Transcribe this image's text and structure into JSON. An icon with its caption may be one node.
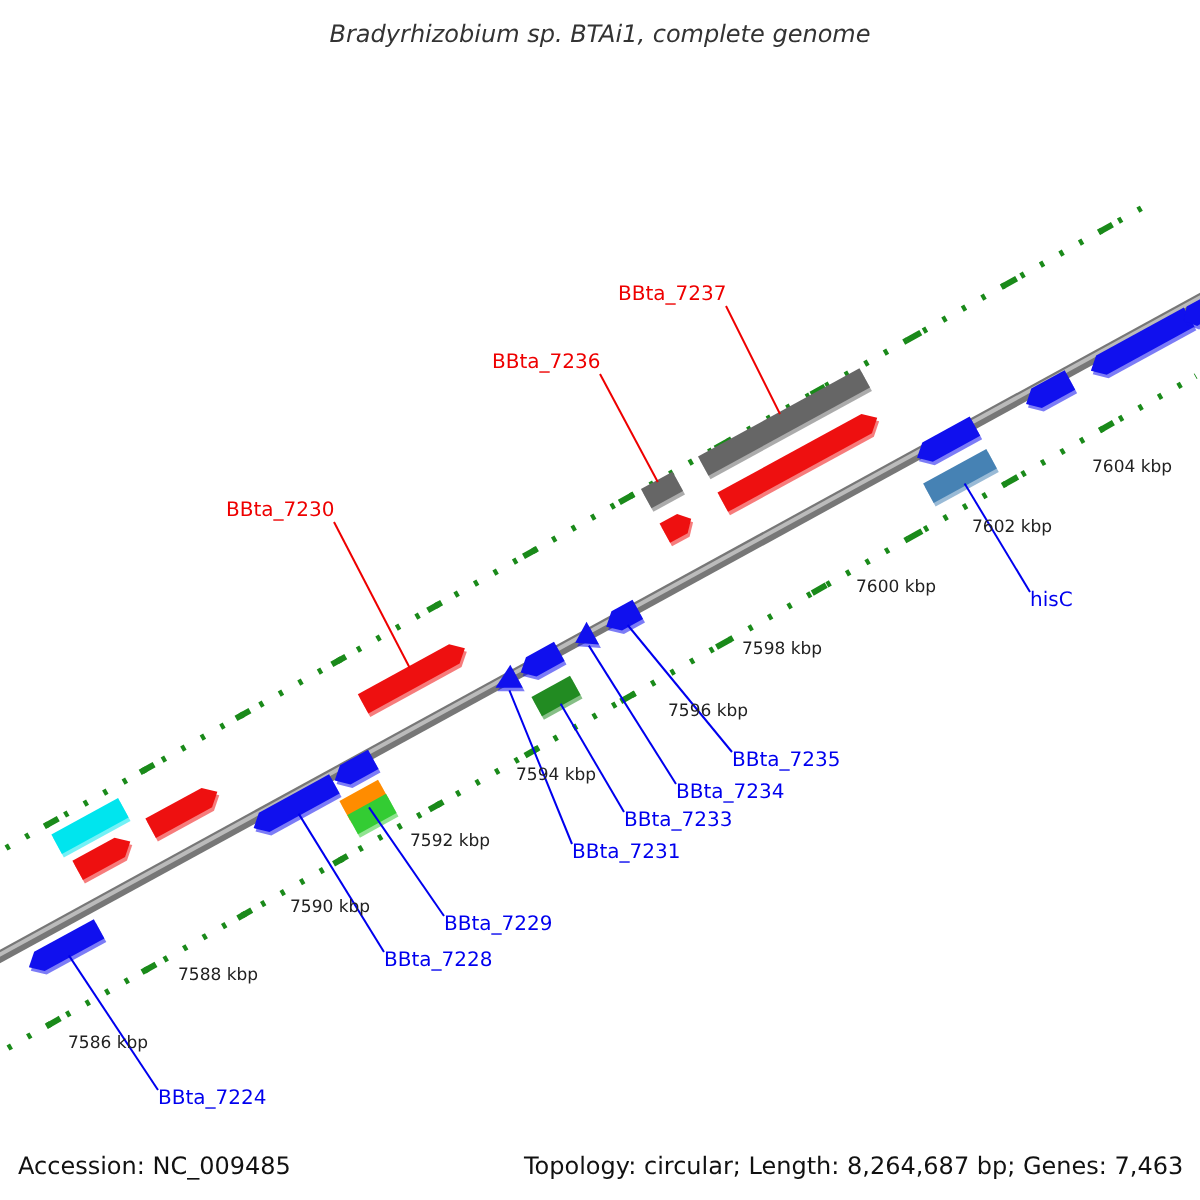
{
  "diagram": {
    "title": "Bradyrhizobium sp. BTAi1, complete genome",
    "nodes": [
      {
        "text": [
          "BBta_7237"
        ]
      },
      {
        "text": [
          "BBta_7236"
        ]
      },
      {
        "text": [
          "BBta_7230"
        ]
      },
      {
        "text": [
          "hisC"
        ]
      },
      {
        "text": [
          "BBta_7235"
        ]
      },
      {
        "text": [
          "BBta_7234"
        ]
      },
      {
        "text": [
          "BBta_7233"
        ]
      },
      {
        "text": [
          "BBta_7231"
        ]
      },
      {
        "text": [
          "BBta_7229"
        ]
      },
      {
        "text": [
          "BBta_7228"
        ]
      },
      {
        "text": [
          "BBta_7224"
        ]
      },
      {
        "text": [],
        "shape": "arrow"
      },
      {
        "text": [],
        "shape": "box"
      },
      {
        "text": [],
        "shape": "arrow"
      },
      {
        "text": [],
        "shape": "arrow"
      },
      {
        "text": [],
        "shape": "arrow"
      },
      {
        "text": [],
        "shape": "arrow"
      },
      {
        "text": [],
        "shape": "box"
      },
      {
        "text": [],
        "shape": "box"
      },
      {
        "text": [],
        "shape": "arrow"
      },
      {
        "text": [],
        "shape": "triangle"
      },
      {
        "text": [],
        "shape": "arrow"
      },
      {
        "text": [],
        "shape": "box"
      },
      {
        "text": [],
        "shape": "triangle"
      },
      {
        "text": [],
        "shape": "arrow"
      },
      {
        "text": [],
        "shape": "box"
      },
      {
        "text": [],
        "shape": "arrow"
      },
      {
        "text": [],
        "shape": "box"
      },
      {
        "text": [],
        "shape": "arrow"
      },
      {
        "text": [],
        "shape": "arrow"
      },
      {
        "text": [],
        "shape": "box"
      },
      {
        "text": [],
        "shape": "arrow"
      },
      {
        "text": [],
        "shape": "arrow"
      },
      {
        "text": [],
        "shape": "arrow"
      }
    ],
    "edges": [
      {
        "from": 0,
        "to": 27,
        "arrow": "none",
        "color": "#ee0000"
      },
      {
        "from": 1,
        "to": 25,
        "arrow": "none",
        "color": "#ee0000"
      },
      {
        "from": 2,
        "to": 19,
        "arrow": "none",
        "color": "#ee0000"
      },
      {
        "from": 3,
        "to": 30,
        "arrow": "none"
      },
      {
        "from": 4,
        "to": 24,
        "arrow": "none"
      },
      {
        "from": 5,
        "to": 23,
        "arrow": "none"
      },
      {
        "from": 6,
        "to": 22,
        "arrow": "none"
      },
      {
        "from": 7,
        "to": 20,
        "arrow": "none"
      },
      {
        "from": 8,
        "to": 17,
        "arrow": "none"
      },
      {
        "from": 9,
        "to": 15,
        "arrow": "none"
      },
      {
        "from": 10,
        "to": 11,
        "arrow": "none"
      }
    ],
    "labels": [
      "7604 kbp",
      "7602 kbp",
      "7600 kbp",
      "7598 kbp",
      "7596 kbp",
      "7594 kbp",
      "7592 kbp",
      "7590 kbp",
      "7588 kbp",
      "7586 kbp",
      "Accession: NC_009485",
      "Topology: circular; Length: 8,264,687 bp; Genes: 7,463"
    ]
  }
}
